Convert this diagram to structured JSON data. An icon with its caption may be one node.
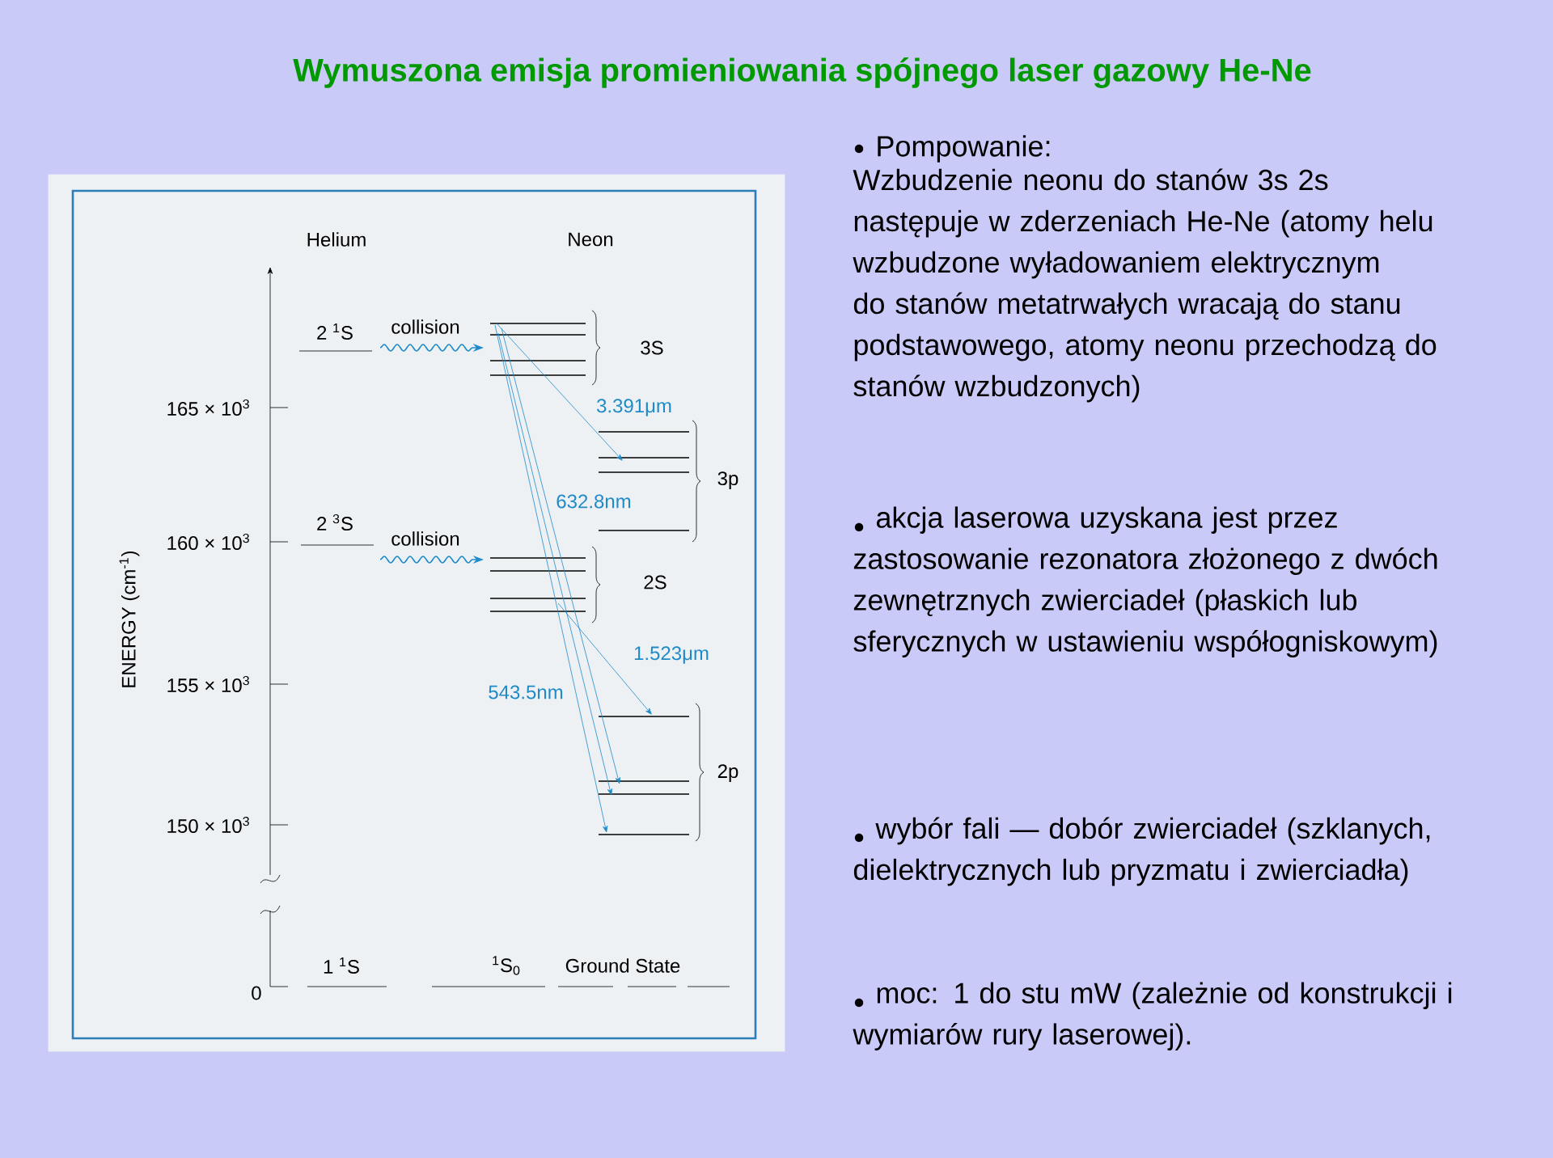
{
  "diagram": {
    "title": "Wymuszona emisja promieniowania spójnego  laser gazowy He-Ne",
    "labels": [
      "Helium",
      "Neon",
      "2 $^{1}$S",
      "collision",
      "3S",
      "165 × 10$^{3}$",
      "3.391μm",
      "3p",
      "632.8nm",
      "2 $^{3}$S",
      "160 × 10$^{3}$",
      "collision",
      "2S",
      "ENERGY (cm$^{-1}$)",
      "1.523μm",
      "155 × 10$^{3}$",
      "543.5nm",
      "2p",
      "150 × 10$^{3}$",
      "0",
      "1 $^{1}$S",
      "$^{1}$S$_{0}$",
      "Ground State",
      "Pompowanie:",
      "Wzbudzenie neonu do stanów 3s 2s następuje w zderzeniach He-Ne (atomy helu wzbudzone wyładowaniem elektrycznym do stanów metatrwałych wracają do stanu podstawowego, atomy neonu przechodzą do stanów wzbudzonych)",
      "akcja laserowa uzyskana jest przez zastosowanie rezonatora złożonego z dwóch zewnętrznych zwierciadeł (płaskich lub sferycznych w ustawieniu współogniskowym)",
      "wybór fali — dobór zwierciadeł (szklanych, dielektrycznych lub pryzmatu i zwierciadła)",
      "moc: 1 do stu mW (zależnie od konstrukcji i wymiarów rury laserowej)."
    ]
  }
}
